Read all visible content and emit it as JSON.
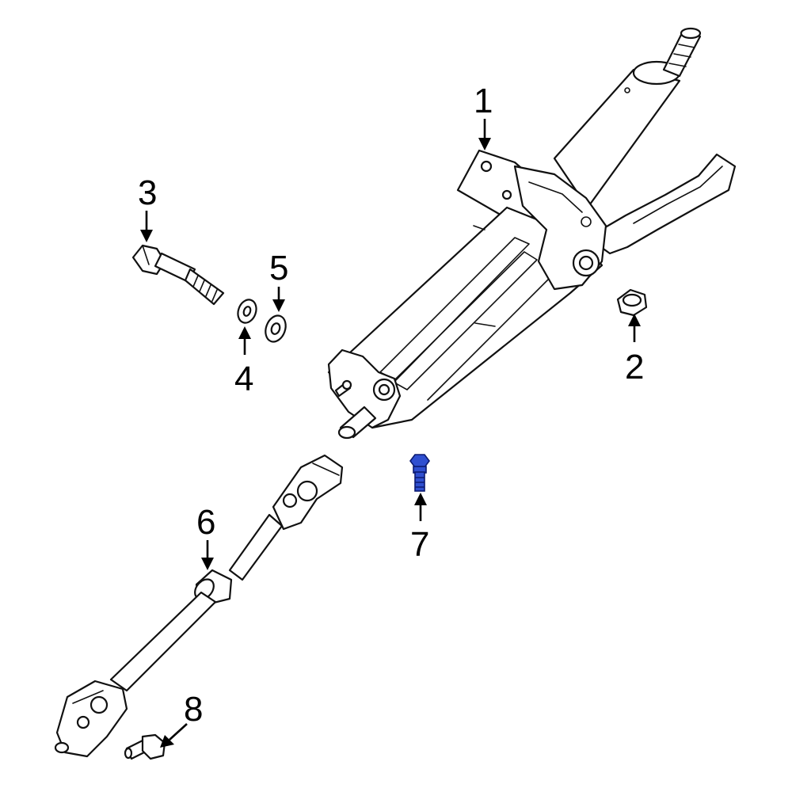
{
  "colors": {
    "line": "#111111",
    "highlight": "#2f4fd0",
    "background": "#ffffff"
  },
  "callouts": [
    {
      "number": "1",
      "part": "steering-column"
    },
    {
      "number": "2",
      "part": "nut"
    },
    {
      "number": "3",
      "part": "bolt"
    },
    {
      "number": "4",
      "part": "washer"
    },
    {
      "number": "5",
      "part": "washer"
    },
    {
      "number": "6",
      "part": "intermediate-shaft"
    },
    {
      "number": "7",
      "part": "bolt",
      "highlighted": true
    },
    {
      "number": "8",
      "part": "bolt"
    }
  ]
}
